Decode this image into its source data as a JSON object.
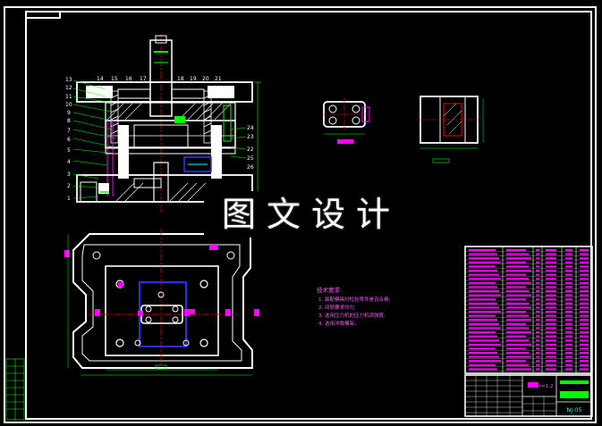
{
  "watermark": "图文设计",
  "drawing_code": "NJ-05",
  "tech_notes": {
    "heading": "技术要求:",
    "items": [
      "1. 装配模具时检验零件是否合格;",
      "2. 间隙要求均匀,",
      "3. 选用压力机的压力机须强度;",
      "4. 选用冲裁模架。"
    ]
  },
  "part_numbers_left": [
    "13",
    "12",
    "11",
    "10",
    "9",
    "8",
    "7",
    "6",
    "5",
    "4",
    "3",
    "2",
    "1"
  ],
  "part_numbers_top": [
    "14",
    "15",
    "16",
    "17",
    "18",
    "19",
    "20",
    "21"
  ],
  "part_numbers_right": [
    "24",
    "23",
    "22",
    "25",
    "26"
  ],
  "part_label": "t=1.2",
  "colors": {
    "frame": "#ffffff",
    "magenta": "#ff00ff",
    "red": "#ff0000",
    "green": "#00ff00",
    "yellow": "#ffff00",
    "blue": "#3333ff",
    "cyan": "#00ffff"
  }
}
